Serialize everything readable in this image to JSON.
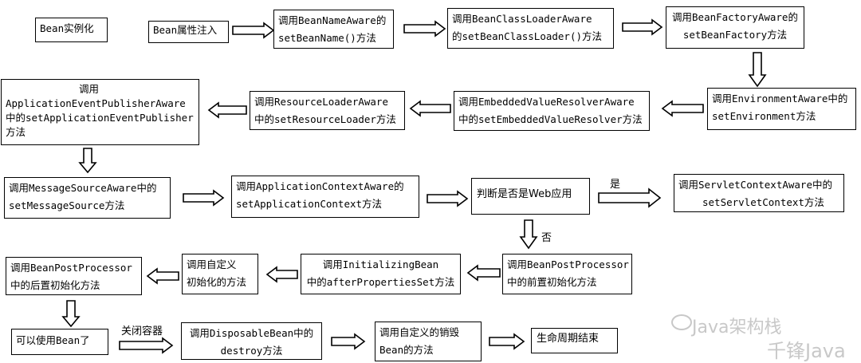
{
  "nodes": {
    "n1": {
      "lines": [
        "Bean实例化"
      ]
    },
    "n2": {
      "lines": [
        "Bean属性注入"
      ]
    },
    "n3": {
      "lines": [
        "调用BeanNameAware的",
        "setBeanName()方法"
      ]
    },
    "n4": {
      "lines": [
        "调用BeanClassLoaderAware",
        "的setBeanClassLoader()方法"
      ]
    },
    "n5": {
      "lines": [
        "调用BeanFactoryAware的",
        "setBeanFactory方法"
      ]
    },
    "n6": {
      "lines": [
        "调用EnvironmentAware中的",
        "setEnvironment方法"
      ]
    },
    "n7": {
      "lines": [
        "调用EmbeddedValueResolverAware",
        "中的setEmbeddedValueResolver方法"
      ]
    },
    "n8": {
      "lines": [
        "调用ResourceLoaderAware",
        "中的setResourceLoader方法"
      ]
    },
    "n9": {
      "lines": [
        "调用",
        "ApplicationEventPublisherAware",
        "中的setApplicationEventPublisher",
        "方法"
      ]
    },
    "n10": {
      "lines": [
        "调用MessageSourceAware中的",
        "setMessageSource方法"
      ]
    },
    "n11": {
      "lines": [
        "调用ApplicationContextAware的",
        "setApplicationContext方法"
      ]
    },
    "n12": {
      "lines": [
        "判断是否是Web应用"
      ]
    },
    "n13": {
      "lines": [
        "调用ServletContextAware中的",
        "setServletContext方法"
      ]
    },
    "n14": {
      "lines": [
        "调用BeanPostProcessor",
        "中的前置初始化方法"
      ]
    },
    "n15": {
      "lines": [
        "调用InitializingBean",
        "中的afterPropertiesSet方法"
      ]
    },
    "n16": {
      "lines": [
        "调用自定义",
        "初始化的方法"
      ]
    },
    "n17": {
      "lines": [
        "调用BeanPostProcessor",
        "中的后置初始化方法"
      ]
    },
    "n18": {
      "lines": [
        "可以使用Bean了"
      ]
    },
    "n19": {
      "lines": [
        "调用DisposableBean中的",
        "destroy方法"
      ]
    },
    "n20": {
      "lines": [
        "调用自定义的销毁",
        "Bean的方法"
      ]
    },
    "n21": {
      "lines": [
        "生命周期结束"
      ]
    }
  },
  "edge_labels": {
    "yes": "是",
    "no": "否",
    "close_container": "关闭容器"
  },
  "watermark": {
    "line1": "Java架构栈",
    "line2": "千锋Java"
  }
}
